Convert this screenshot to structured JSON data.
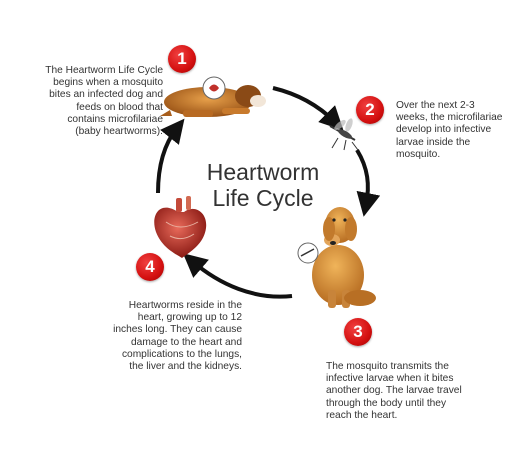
{
  "title": "Heartworm\nLife Cycle",
  "steps": [
    {
      "number": "1",
      "text": "The Heartworm Life Cycle\nbegins when a mosquito\nbites an infected dog and\nfeeds on blood that\ncontains microfilariae\n(baby heartworms)."
    },
    {
      "number": "2",
      "text": "Over the next 2-3\nweeks, the microfilariae\ndevelop into infective\nlarvae inside the\nmosquito."
    },
    {
      "number": "3",
      "text": "The mosquito transmits the\ninfective larvae when it bites\nanother dog.  The larvae travel\nthrough the body until they\nreach the heart."
    },
    {
      "number": "4",
      "text": "Heartworms reside in the\nheart, growing up to 12\ninches long.  They can cause\ndamage to the heart and\ncomplications to the lungs,\nthe liver and the kidneys."
    }
  ],
  "colors": {
    "badge": "#d41010",
    "arrow": "#111111",
    "text": "#333333"
  },
  "icons": [
    "lying-dog-icon",
    "mosquito-icon",
    "sitting-dog-icon",
    "heart-icon"
  ]
}
